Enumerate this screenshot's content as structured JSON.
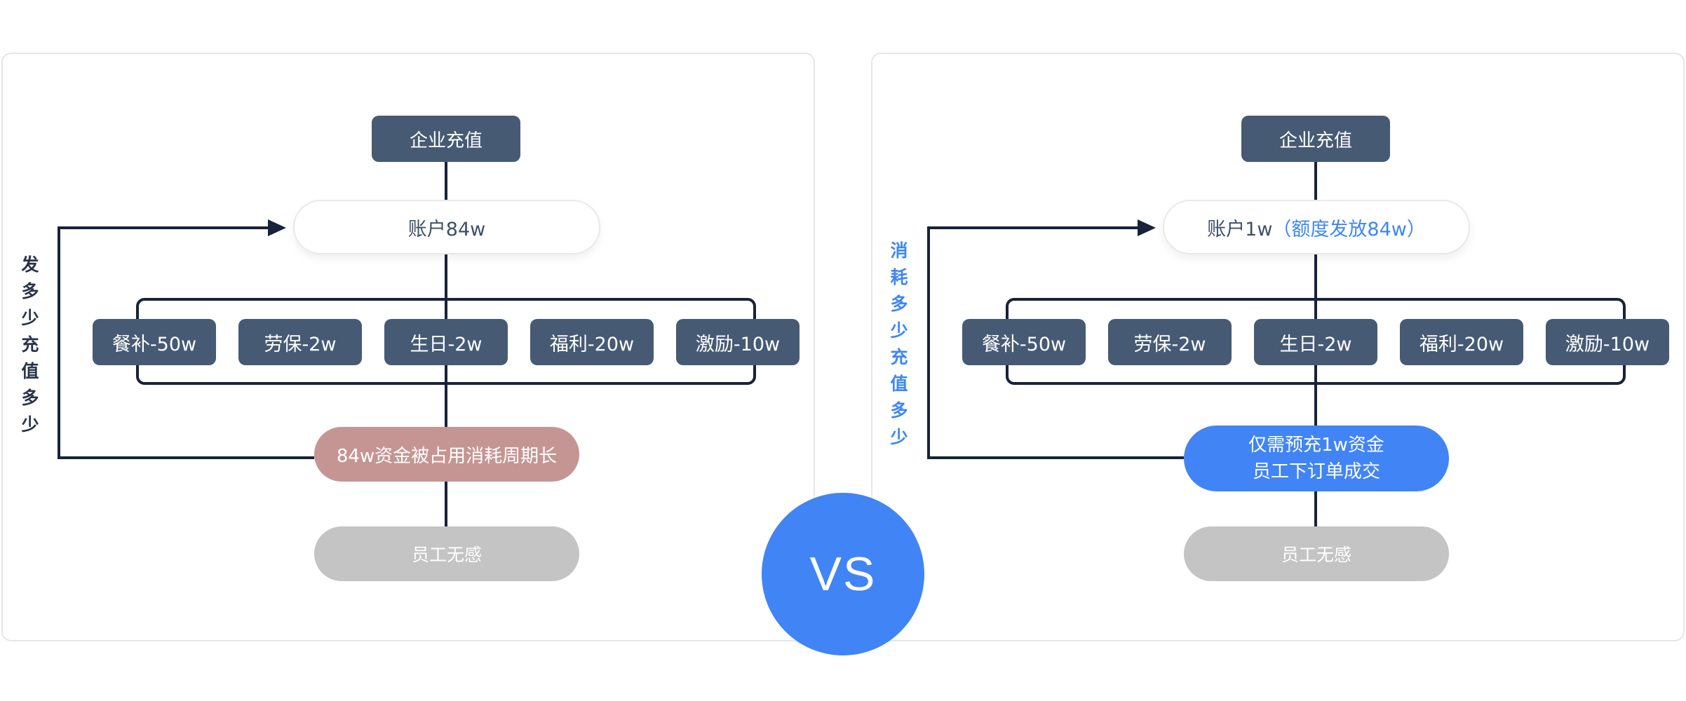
{
  "left_panel": {
    "top_node": "企业充值",
    "account": "账户84w",
    "categories": [
      "餐补-50w",
      "劳保-2w",
      "生日-2w",
      "福利-20w",
      "激励-10w"
    ],
    "status": "84w资金被占用消耗周期长",
    "result": "员工无感",
    "side_label": "发多少充值多少",
    "status_color": "#c59594"
  },
  "right_panel": {
    "top_node": "企业充值",
    "account_prefix": "账户1w",
    "account_highlight": "（额度发放84w）",
    "categories": [
      "餐补-50w",
      "劳保-2w",
      "生日-2w",
      "福利-20w",
      "激励-10w"
    ],
    "status_line1": "仅需预充1w资金",
    "status_line2": "员工下订单成交",
    "result": "员工无感",
    "side_label": "消耗多少充值多少",
    "status_color": "#4184f6"
  },
  "vs": "VS",
  "colors": {
    "node_dark": "#465a74",
    "line": "#17233a",
    "accent": "#3e86f5",
    "result_gray": "#c4c4c4"
  }
}
